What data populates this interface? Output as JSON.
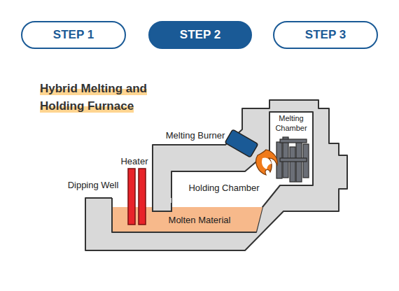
{
  "diagram": {
    "title": "Hybrid Melting and Holding Furnace",
    "nodes": [
      {
        "text": [
          "STEP 1"
        ]
      },
      {
        "text": [
          "STEP 2"
        ]
      },
      {
        "text": [
          "STEP 3"
        ]
      }
    ],
    "labels": [
      "Heater",
      "Dipping Well",
      "Melting Burner",
      "Melting Chamber",
      "Holding Chamber",
      "Molten Material"
    ]
  }
}
